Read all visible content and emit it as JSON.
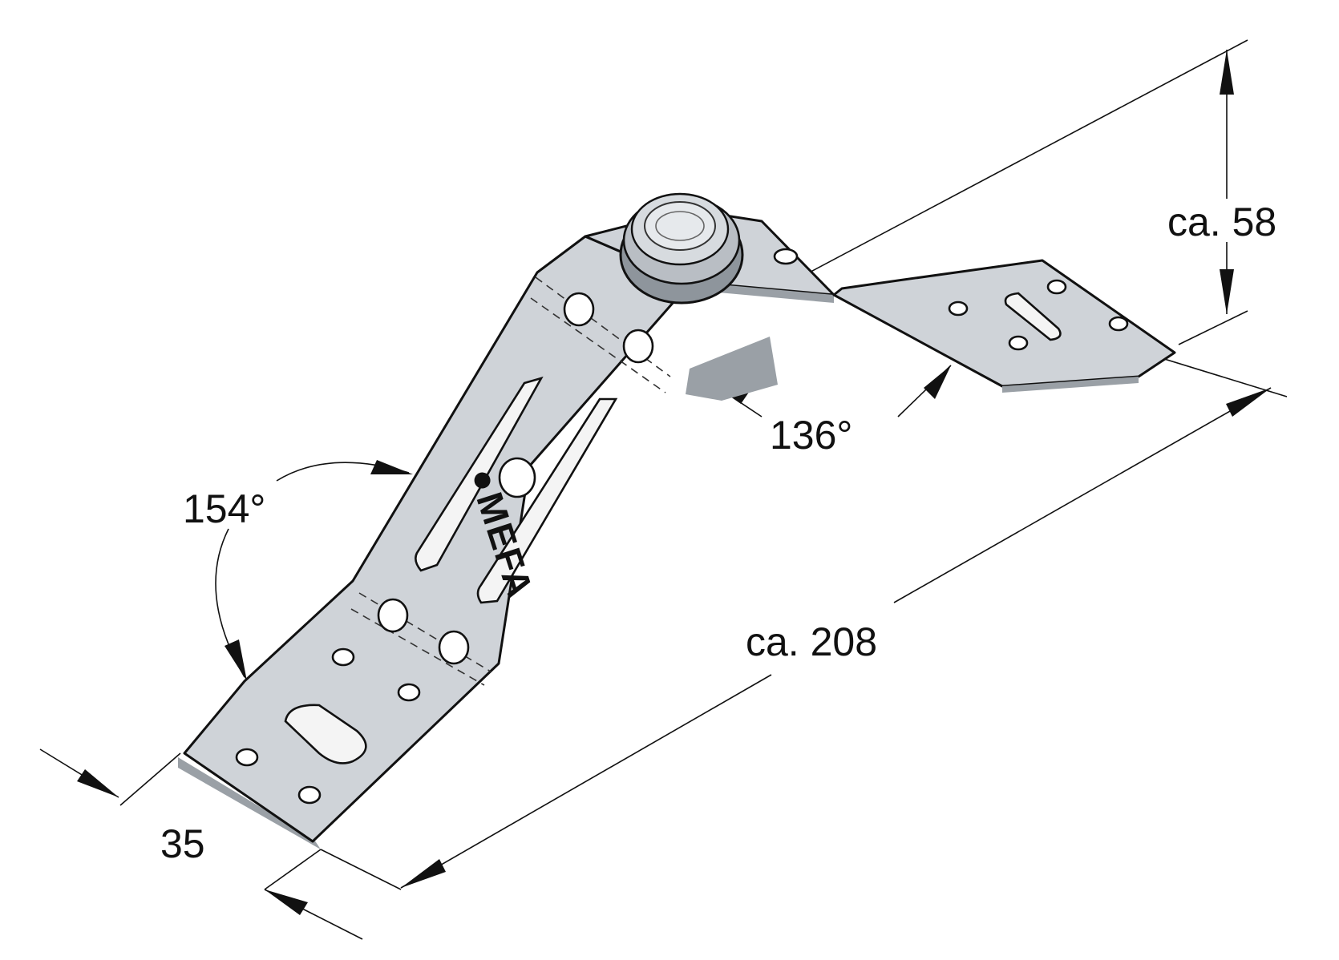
{
  "dimensions": {
    "height": "ca. 58",
    "length": "ca. 208",
    "width": "35",
    "angle_upper": "136°",
    "angle_lower": "154°"
  },
  "logo": "MEFA",
  "colors": {
    "metal": "#cfd3d8",
    "metal_shadow": "#9aa0a6",
    "line": "#111111"
  }
}
